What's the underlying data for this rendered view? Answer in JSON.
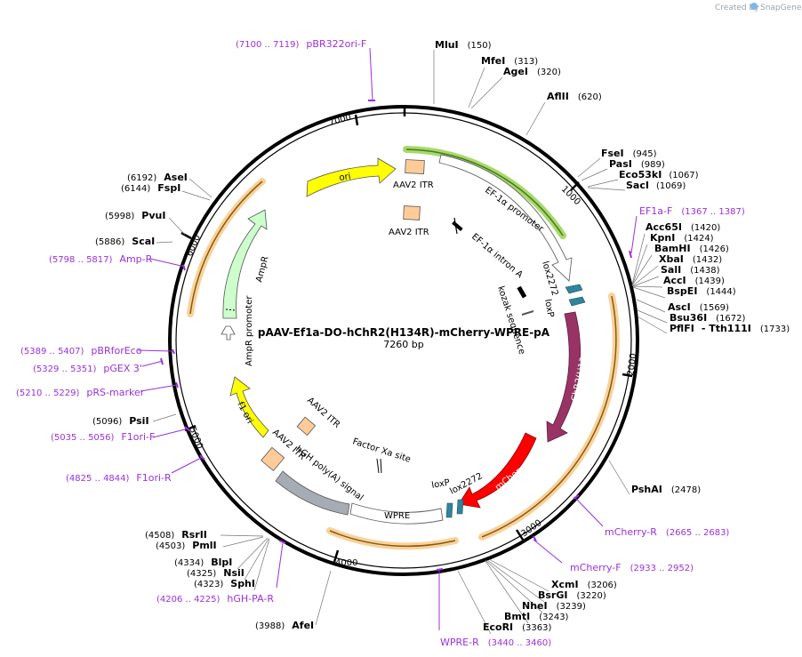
{
  "credit": {
    "prefix": "Created by",
    "brand": "SnapGene"
  },
  "plasmid": {
    "name": "pAAV-Ef1a-DO-hChR2(H134R)-mCherry-WPRE-pA",
    "size": "7260 bp"
  },
  "ticks": [
    "1000",
    "2000",
    "3000",
    "4000",
    "5000",
    "6000",
    "7000"
  ],
  "sites": {
    "mlui": {
      "name": "MluI",
      "pos": "(150)"
    },
    "mfei": {
      "name": "MfeI",
      "pos": "(313)"
    },
    "agei": {
      "name": "AgeI",
      "pos": "(320)"
    },
    "aflii": {
      "name": "AflII",
      "pos": "(620)"
    },
    "fsei": {
      "name": "FseI",
      "pos": "(945)"
    },
    "pasi": {
      "name": "PasI",
      "pos": "(989)"
    },
    "eco53ki": {
      "name": "Eco53kI",
      "pos": "(1067)"
    },
    "saci": {
      "name": "SacI",
      "pos": "(1069)"
    },
    "acc65i": {
      "name": "Acc65I",
      "pos": "(1420)"
    },
    "kpni": {
      "name": "KpnI",
      "pos": "(1424)"
    },
    "bamhi": {
      "name": "BamHI",
      "pos": "(1426)"
    },
    "xbai": {
      "name": "XbaI",
      "pos": "(1432)"
    },
    "sali": {
      "name": "SalI",
      "pos": "(1438)"
    },
    "acci": {
      "name": "AccI",
      "pos": "(1439)"
    },
    "bspei": {
      "name": "BspEI",
      "pos": "(1444)"
    },
    "asci": {
      "name": "AscI",
      "pos": "(1569)"
    },
    "bsu36i": {
      "name": "Bsu36I",
      "pos": "(1672)"
    },
    "pflfi": {
      "name": "PflFI",
      "mid": "- Tth111I",
      "pos": "(1733)"
    },
    "pshai": {
      "name": "PshAI",
      "pos": "(2478)"
    },
    "xcmi": {
      "name": "XcmI",
      "pos": "(3206)"
    },
    "bsrgi": {
      "name": "BsrGI",
      "pos": "(3220)"
    },
    "nhei": {
      "name": "NheI",
      "pos": "(3239)"
    },
    "bmti": {
      "name": "BmtI",
      "pos": "(3243)"
    },
    "ecori": {
      "name": "EcoRI",
      "pos": "(3363)"
    },
    "afei": {
      "name": "AfeI",
      "pos": "(3988)"
    },
    "sphi": {
      "name": "SphI",
      "pos": "(4323)"
    },
    "nsii": {
      "name": "NsiI",
      "pos": "(4325)"
    },
    "blpi": {
      "name": "BlpI",
      "pos": "(4334)"
    },
    "pmli": {
      "name": "PmlI",
      "pos": "(4503)"
    },
    "rsrii": {
      "name": "RsrII",
      "pos": "(4508)"
    },
    "psii": {
      "name": "PsiI",
      "pos": "(5096)"
    },
    "scai": {
      "name": "ScaI",
      "pos": "(5886)"
    },
    "pvui": {
      "name": "PvuI",
      "pos": "(5998)"
    },
    "fspi": {
      "name": "FspI",
      "pos": "(6144)"
    },
    "asei": {
      "name": "AseI",
      "pos": "(6192)"
    }
  },
  "primers": {
    "pbr322ori_f": {
      "name": "pBR322ori-F",
      "range": "(7100 .. 7119)"
    },
    "ef1a_f": {
      "name": "EF1a-F",
      "range": "(1367 .. 1387)"
    },
    "mcherry_r": {
      "name": "mCherry-R",
      "range": "(2665 .. 2683)"
    },
    "mcherry_f": {
      "name": "mCherry-F",
      "range": "(2933 .. 2952)"
    },
    "wpre_r": {
      "name": "WPRE-R",
      "range": "(3440 .. 3460)"
    },
    "hgh_pa_r": {
      "name": "hGH-PA-R",
      "range": "(4206 .. 4225)"
    },
    "f1ori_r": {
      "name": "F1ori-R",
      "range": "(4825 .. 4844)"
    },
    "f1ori_f": {
      "name": "F1ori-F",
      "range": "(5035 .. 5056)"
    },
    "prs_marker": {
      "name": "pRS-marker",
      "range": "(5210 .. 5229)"
    },
    "pgex3": {
      "name": "pGEX 3'",
      "range": "(5329 .. 5351)"
    },
    "pbrforeco": {
      "name": "pBRforEco",
      "range": "(5389 .. 5407)"
    },
    "amp_r": {
      "name": "Amp-R",
      "range": "(5798 .. 5817)"
    }
  },
  "features": {
    "ori": "ori",
    "aav2_itr_top": "AAV2 ITR",
    "aav2_itr_inner": "AAV2 ITR",
    "ef1a_promoter": "EF-1α promoter",
    "ef1a_intron": "EF-1α intron A",
    "lox2272_top": "lox2272",
    "loxp_top": "loxP",
    "kozak": "kozak sequence",
    "chr2": "ChR2(H134R)",
    "mcherry": "mCherry",
    "loxp_bottom": "loxP",
    "lox2272_bottom": "lox2272",
    "wpre": "WPRE",
    "factor_xa": "Factor Xa site",
    "hgh_polya": "hGH poly(A) signal",
    "aav2_itr_bl1": "AAV2 ITR",
    "aav2_itr_bl2": "AAV2 ITR",
    "f1_ori": "f1 ori",
    "ampr_promoter": "AmpR promoter",
    "ampr": "AmpR"
  },
  "colors": {
    "ori": "#ffff00",
    "ampr": "#ccffcc",
    "chr2": "#993366",
    "mcherry": "#ff0000",
    "wpre": "#ffffff",
    "hgh": "#a6acb3",
    "itr": "#ffcc99",
    "lox": "#31849b",
    "orange_arc": "#f8d29a",
    "green_arc": "#a6d96a",
    "primer": "#9b30d9"
  }
}
